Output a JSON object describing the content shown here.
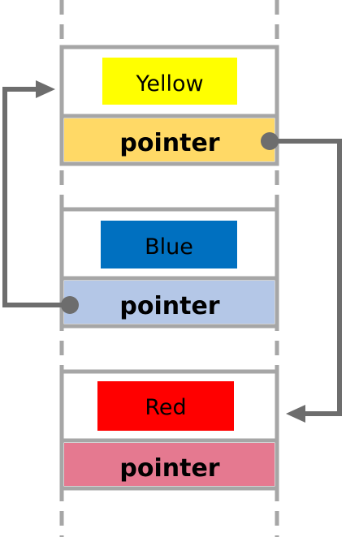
{
  "nodes": [
    {
      "label": "Yellow",
      "pointer_label": "pointer"
    },
    {
      "label": "Blue",
      "pointer_label": "pointer"
    },
    {
      "label": "Red",
      "pointer_label": "pointer"
    }
  ],
  "colors": {
    "yellow_label_bg": "#ffff00",
    "yellow_pointer_bg": "#ffd966",
    "blue_label_bg": "#0070c0",
    "blue_pointer_bg": "#b4c7e7",
    "red_label_bg": "#ff0000",
    "red_pointer_bg": "#e57990",
    "outline": "#a6a6a6",
    "arrow": "#6d6d6d"
  },
  "icons": [
    "arrow-head-icon",
    "pointer-dot-icon"
  ]
}
